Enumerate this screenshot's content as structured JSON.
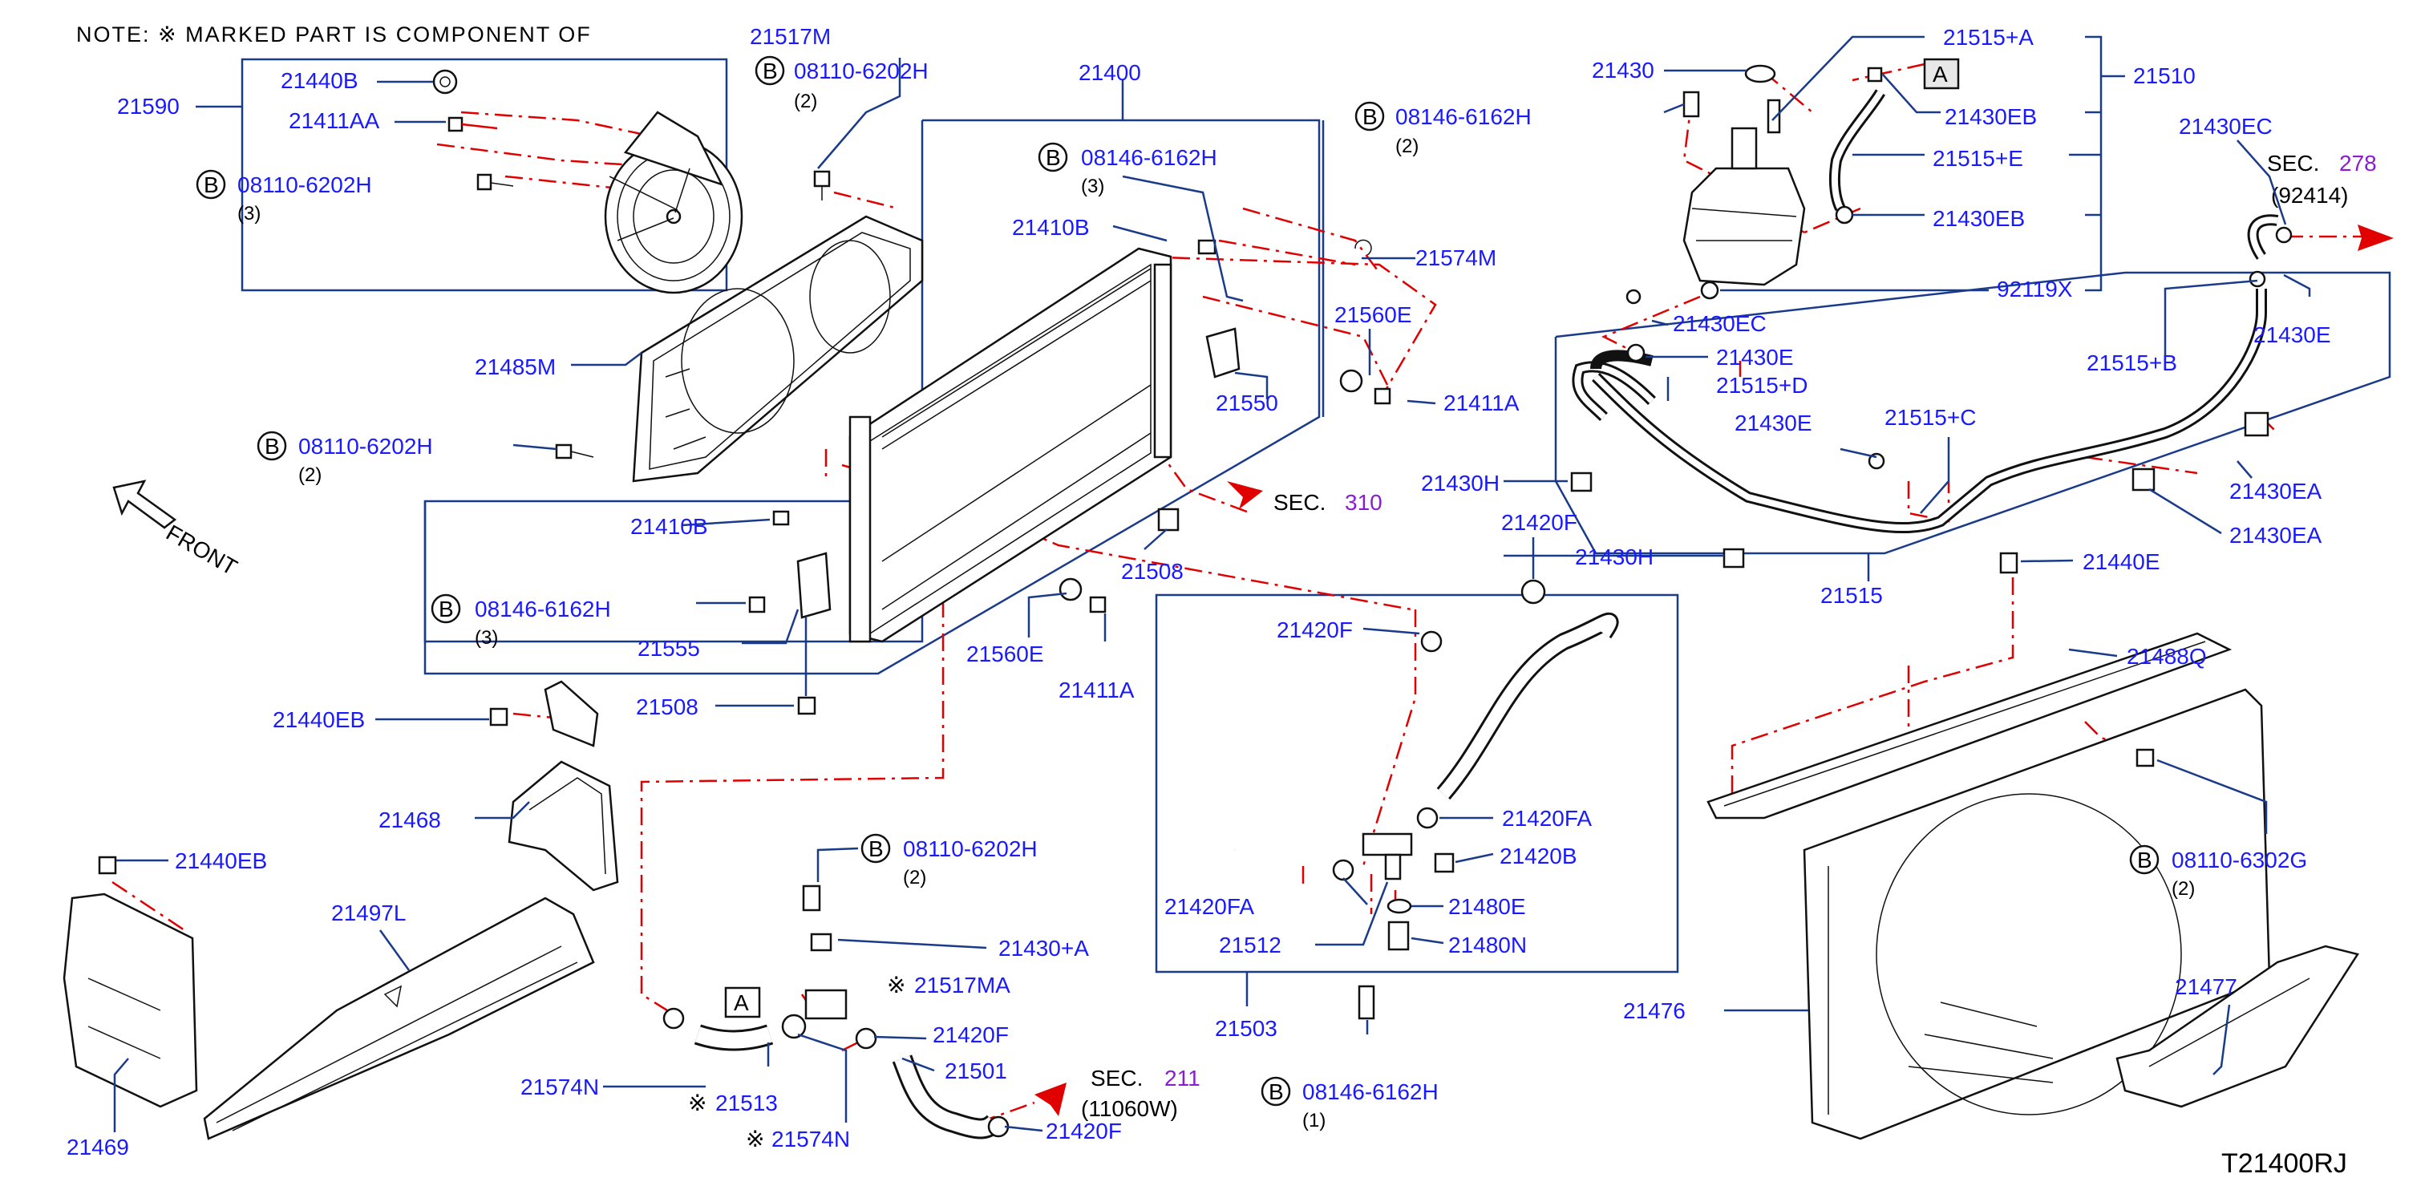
{
  "note": {
    "text": "NOTE:   ※ MARKED  PART  IS  COMPONENT  OF"
  },
  "drawing_code": "T21400RJ",
  "front_label": "FRONT",
  "callouts": {
    "c21517M": "21517M",
    "c21400": "21400",
    "c21590": "21590",
    "c21440B": "21440B",
    "c21411AA": "21411AA",
    "c21410B_a": "21410B",
    "c21574M": "21574M",
    "c21560E_a": "21560E",
    "c21411A_a": "21411A",
    "c21550": "21550",
    "c21485M": "21485M",
    "c21410B_b": "21410B",
    "c21555": "21555",
    "c21508_a": "21508",
    "c21508_b": "21508",
    "c21560E_b": "21560E",
    "c21411A_b": "21411A",
    "c21440EB_a": "21440EB",
    "c21468": "21468",
    "c21440EB_b": "21440EB",
    "c21497L": "21497L",
    "c21469": "21469",
    "c21430pA": "21430+A",
    "c21517MA": "21517MA",
    "c21420F_a": "21420F",
    "c21501": "21501",
    "c21420F_b": "21420F",
    "c21574N_a": "21574N",
    "c21513": "21513",
    "c21574N_b": "21574N",
    "c21430": "21430",
    "c21515pA": "21515+A",
    "c21510": "21510",
    "c21430EB_a": "21430EB",
    "c21515pE": "21515+E",
    "c21430EB_b": "21430EB",
    "c92119X": "92119X",
    "c21430EC_a": "21430EC",
    "c21430EC_b": "21430EC",
    "c21430E_a": "21430E",
    "c21515pD": "21515+D",
    "c21430E_b": "21430E",
    "c21515pC": "21515+C",
    "c21515pB": "21515+B",
    "c21430E_c": "21430E",
    "c21430EA_a": "21430EA",
    "c21430EA_b": "21430EA",
    "c21430H_a": "21430H",
    "c21430H_b": "21430H",
    "c21515": "21515",
    "c21420F_c": "21420F",
    "c21420F_d": "21420F",
    "c21420FA_a": "21420FA",
    "c21420B": "21420B",
    "c21420FA_b": "21420FA",
    "c21480E": "21480E",
    "c21512": "21512",
    "c21480N": "21480N",
    "c21503": "21503",
    "c21440E": "21440E",
    "c21488Q": "21488Q",
    "c21476": "21476",
    "c21477": "21477"
  },
  "bolts": {
    "b1": {
      "symbol": "B",
      "code": "08110-6202H",
      "qty": "(2)"
    },
    "b2": {
      "symbol": "B",
      "code": "08110-6202H",
      "qty": "(3)"
    },
    "b3": {
      "symbol": "B",
      "code": "08146-6162H",
      "qty": "(3)"
    },
    "b4": {
      "symbol": "B",
      "code": "08146-6162H",
      "qty": "(2)"
    },
    "b5": {
      "symbol": "B",
      "code": "08110-6202H",
      "qty": "(2)"
    },
    "b6": {
      "symbol": "B",
      "code": "08146-6162H",
      "qty": "(3)"
    },
    "b7": {
      "symbol": "B",
      "code": "08110-6202H",
      "qty": "(2)"
    },
    "b8": {
      "symbol": "B",
      "code": "08146-6162H",
      "qty": "(1)"
    },
    "b9": {
      "symbol": "B",
      "code": "08110-6302G",
      "qty": "(2)"
    }
  },
  "sections": {
    "s310": {
      "prefix": "SEC.",
      "number": "310"
    },
    "s278": {
      "prefix": "SEC.",
      "number": "278",
      "sub": "(92414)"
    },
    "s211": {
      "prefix": "SEC.",
      "number": "211",
      "sub": "(11060W)"
    }
  },
  "refs": {
    "a1": "A",
    "a2": "A"
  },
  "marks": {
    "m1": "※",
    "m2": "※",
    "m3": "※"
  },
  "colors": {
    "label": "#1a1aff",
    "section": "#8a1ecf",
    "leader": "#1a3a8a",
    "phantom": "#e00000"
  }
}
